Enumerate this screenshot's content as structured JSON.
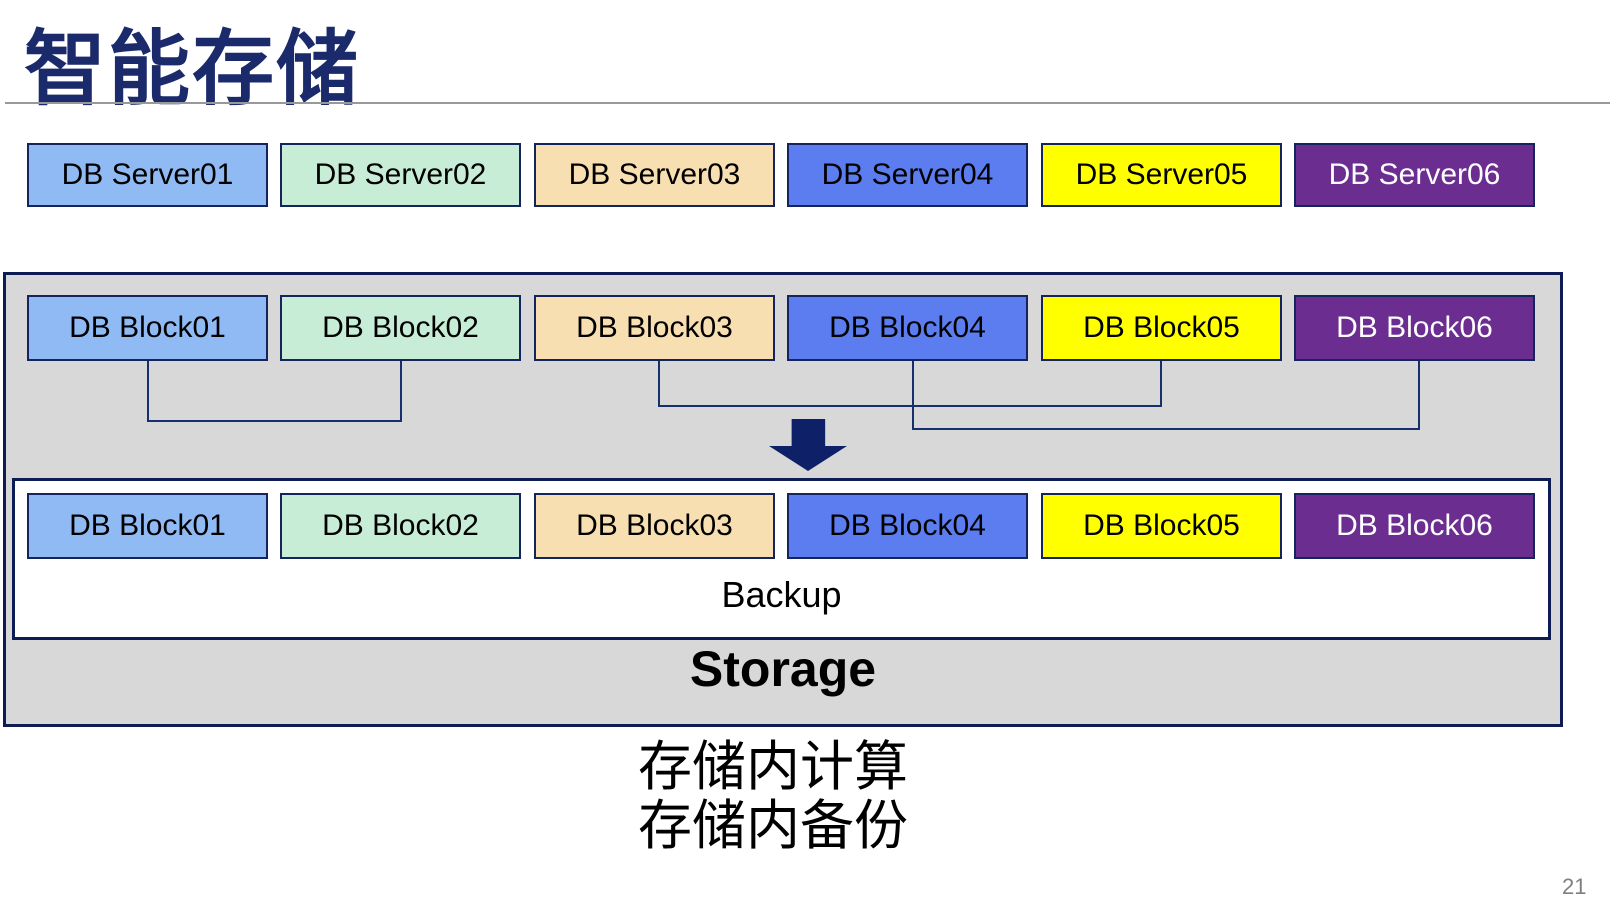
{
  "slide": {
    "title": "智能存储",
    "title_color": "#1b2a6b",
    "divider_color": "#999999",
    "background": "#ffffff",
    "page_number": "21",
    "page_number_color": "#7f7f7f"
  },
  "palette": {
    "box_border": "#16245e",
    "panel_border": "#0d1c52",
    "panel_fill": "#d8d8d8",
    "backup_panel_fill": "#ffffff",
    "connector": "#16306e",
    "arrow": "#0e2168"
  },
  "servers": [
    {
      "label": "DB Server01",
      "fill": "#90baf4",
      "text": "#000000"
    },
    {
      "label": "DB Server02",
      "fill": "#c7edd6",
      "text": "#000000"
    },
    {
      "label": "DB Server03",
      "fill": "#f7dfb1",
      "text": "#000000"
    },
    {
      "label": "DB Server04",
      "fill": "#5b7df0",
      "text": "#000000"
    },
    {
      "label": "DB Server05",
      "fill": "#ffff00",
      "text": "#000000"
    },
    {
      "label": "DB Server06",
      "fill": "#6c2d91",
      "text": "#ffffff"
    }
  ],
  "storage": {
    "label": "Storage",
    "blocks_top": [
      {
        "label": "DB Block01",
        "fill": "#90baf4",
        "text": "#000000"
      },
      {
        "label": "DB Block02",
        "fill": "#c7edd6",
        "text": "#000000"
      },
      {
        "label": "DB Block03",
        "fill": "#f7dfb1",
        "text": "#000000"
      },
      {
        "label": "DB Block04",
        "fill": "#5b7df0",
        "text": "#000000"
      },
      {
        "label": "DB Block05",
        "fill": "#ffff00",
        "text": "#000000"
      },
      {
        "label": "DB Block06",
        "fill": "#6c2d91",
        "text": "#ffffff"
      }
    ],
    "backup": {
      "label": "Backup",
      "blocks": [
        {
          "label": "DB Block01",
          "fill": "#90baf4",
          "text": "#000000"
        },
        {
          "label": "DB Block02",
          "fill": "#c7edd6",
          "text": "#000000"
        },
        {
          "label": "DB Block03",
          "fill": "#f7dfb1",
          "text": "#000000"
        },
        {
          "label": "DB Block04",
          "fill": "#5b7df0",
          "text": "#000000"
        },
        {
          "label": "DB Block05",
          "fill": "#ffff00",
          "text": "#000000"
        },
        {
          "label": "DB Block06",
          "fill": "#6c2d91",
          "text": "#ffffff"
        }
      ]
    }
  },
  "annotation": {
    "line1": "存储内计算",
    "line2": "存储内备份"
  }
}
